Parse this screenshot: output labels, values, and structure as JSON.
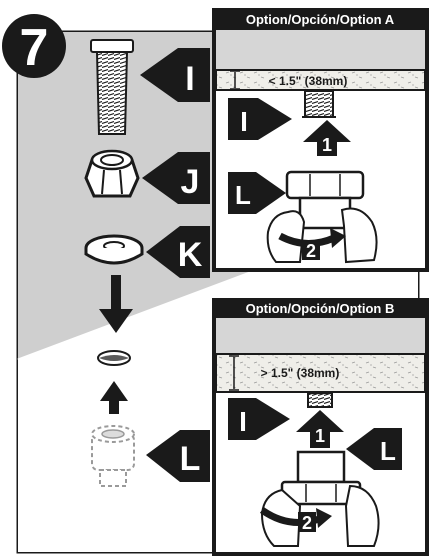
{
  "step": {
    "number": "7"
  },
  "parts": {
    "I": "I",
    "J": "J",
    "K": "K",
    "L": "L"
  },
  "option_a": {
    "title": "Option/Opción/Option A",
    "measurement": "< 1.5\" (38mm)",
    "part_i": "I",
    "part_l": "L",
    "arrow_1": "1",
    "arrow_2": "2"
  },
  "option_b": {
    "title": "Option/Opción/Option B",
    "measurement": "> 1.5\" (38mm)",
    "part_i": "I",
    "part_l": "L",
    "arrow_1": "1",
    "arrow_2": "2"
  },
  "colors": {
    "ink": "#1a1a1a",
    "panel_bg": "#cfcfcf",
    "floor_bg": "#ffffff",
    "countertop": "#efeee9"
  }
}
